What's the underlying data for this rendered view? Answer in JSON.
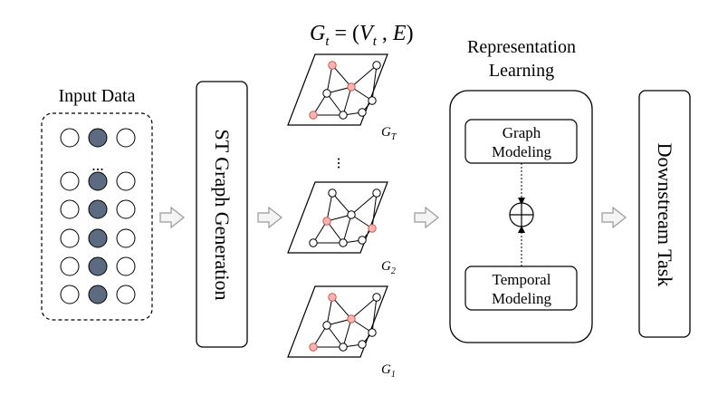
{
  "input": {
    "title": "Input Data",
    "ellipsis": "..."
  },
  "st_graph": {
    "label": "ST Graph Generation"
  },
  "graphs": {
    "formula": {
      "G": "G",
      "t": "t",
      "eq": " = (",
      "V": "V",
      "comma": " , ",
      "E": "E",
      "close": ")"
    },
    "labels": {
      "top": "T",
      "mid": "2",
      "bottom": "1"
    },
    "ellipsis": "..."
  },
  "representation": {
    "title_line1": "Representation",
    "title_line2": "Learning",
    "graph_modeling_line1": "Graph",
    "graph_modeling_line2": "Modeling",
    "temporal_modeling_line1": "Temporal",
    "temporal_modeling_line2": "Modeling",
    "combine_icon": "circle-plus-icon"
  },
  "downstream": {
    "label": "Downstream Task"
  },
  "colors": {
    "highlight_node": "#f4b8b4",
    "highlight_stroke": "#d9534f",
    "filled_node": "#5c6b80",
    "arrow_fill": "#f4f4f4",
    "arrow_stroke": "#9a9a9a"
  }
}
